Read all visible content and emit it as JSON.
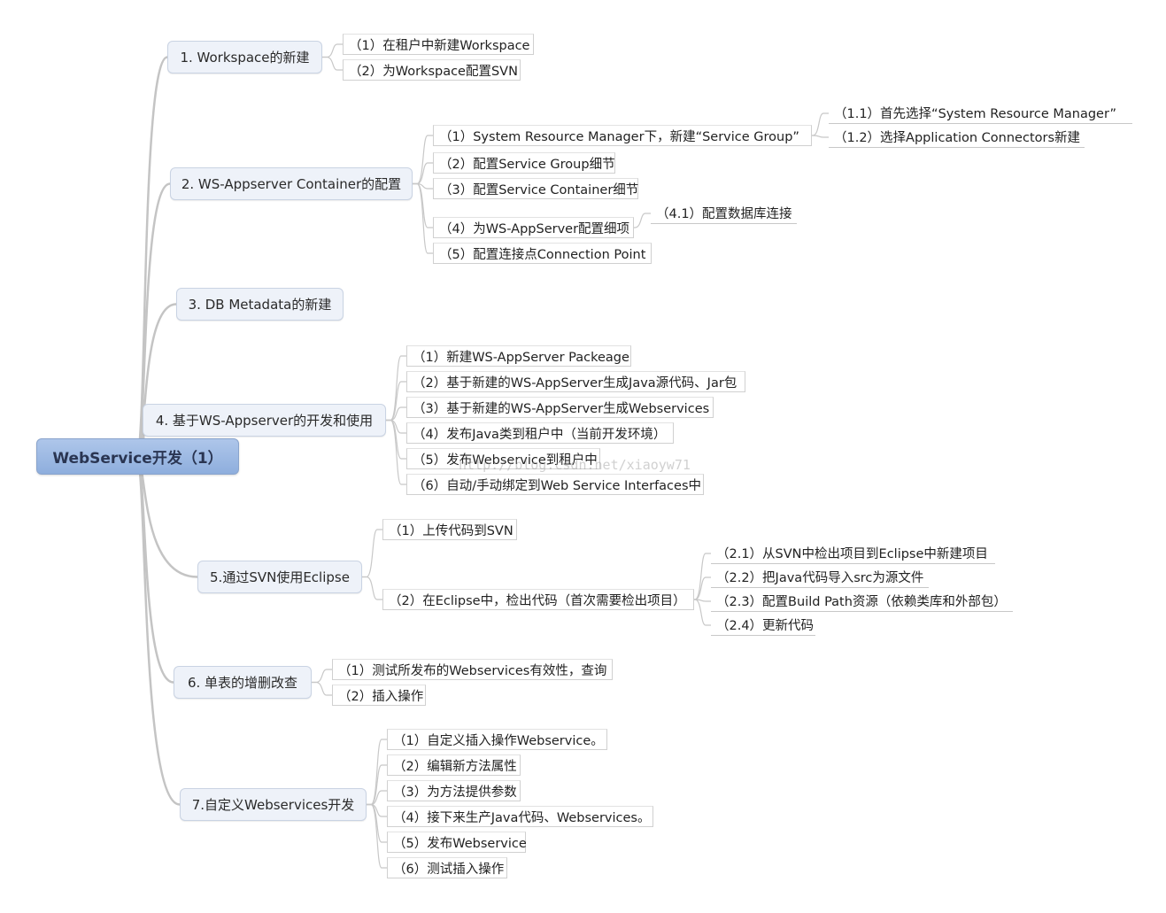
{
  "central": "WebService开发（1）",
  "watermark": "http://blog.csdn.net/xiaoyw71",
  "topics": [
    {
      "label": "1. Workspace的新建",
      "children": [
        {
          "label": "（1）在租户中新建Workspace"
        },
        {
          "label": "（2）为Workspace配置SVN"
        }
      ]
    },
    {
      "label": "2. WS-Appserver Container的配置",
      "children": [
        {
          "label": "（1）System Resource Manager下，新建“Service Group”",
          "children": [
            {
              "label": "（1.1）首先选择“System Resource Manager”"
            },
            {
              "label": "（1.2）选择Application Connectors新建"
            }
          ]
        },
        {
          "label": "（2）配置Service Group细节"
        },
        {
          "label": "（3）配置Service Container细节"
        },
        {
          "label": "（4）为WS-AppServer配置细项",
          "children": [
            {
              "label": "（4.1）配置数据库连接"
            }
          ]
        },
        {
          "label": "（5）配置连接点Connection Point"
        }
      ]
    },
    {
      "label": "3. DB Metadata的新建",
      "children": []
    },
    {
      "label": "4. 基于WS-Appserver的开发和使用",
      "children": [
        {
          "label": "（1）新建WS-AppServer Packeage"
        },
        {
          "label": "（2）基于新建的WS-AppServer生成Java源代码、Jar包"
        },
        {
          "label": "（3）基于新建的WS-AppServer生成Webservices"
        },
        {
          "label": "（4）发布Java类到租户中（当前开发环境）"
        },
        {
          "label": "（5）发布Webservice到租户中"
        },
        {
          "label": "（6）自动/手动绑定到Web Service Interfaces中"
        }
      ]
    },
    {
      "label": "5.通过SVN使用Eclipse",
      "children": [
        {
          "label": "（1）上传代码到SVN"
        },
        {
          "label": "（2）在Eclipse中，检出代码（首次需要检出项目）",
          "children": [
            {
              "label": "（2.1）从SVN中检出项目到Eclipse中新建项目"
            },
            {
              "label": "（2.2）把Java代码导入src为源文件"
            },
            {
              "label": "（2.3）配置Build Path资源（依赖类库和外部包）"
            },
            {
              "label": "（2.4）更新代码"
            }
          ]
        }
      ]
    },
    {
      "label": "6. 单表的增删改查",
      "children": [
        {
          "label": "（1）测试所发布的Webservices有效性，查询"
        },
        {
          "label": "（2）插入操作"
        }
      ]
    },
    {
      "label": "7.自定义Webservices开发",
      "children": [
        {
          "label": "（1）自定义插入操作Webservice。"
        },
        {
          "label": "（2）编辑新方法属性"
        },
        {
          "label": "（3）为方法提供参数"
        },
        {
          "label": "（4）接下来生产Java代码、Webservices。"
        },
        {
          "label": "（5）发布Webservice"
        },
        {
          "label": "（6）测试插入操作"
        }
      ]
    }
  ]
}
